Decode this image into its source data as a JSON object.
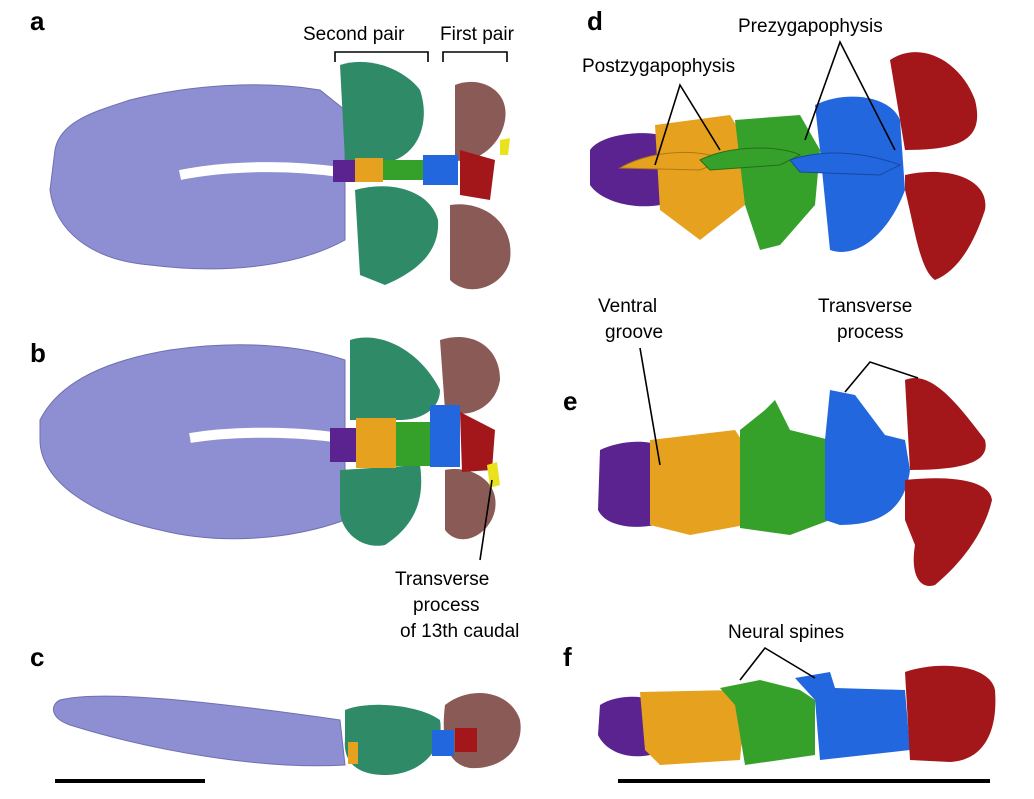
{
  "panels": {
    "a": "a",
    "b": "b",
    "c": "c",
    "d": "d",
    "e": "e",
    "f": "f"
  },
  "labels": {
    "second_pair": "Second pair",
    "first_pair": "First pair",
    "postzygapophysis": "Postzygapophysis",
    "prezygapophysis": "Prezygapophysis",
    "ventral_groove_1": "Ventral",
    "ventral_groove_2": "groove",
    "transverse_process_1": "Transverse",
    "transverse_process_2": "process",
    "tp13_1": "Transverse",
    "tp13_2": "process",
    "tp13_3": "of 13th caudal",
    "neural_spines": "Neural spines"
  },
  "colors": {
    "osteoderms": "#8e8ed2",
    "second_pair": "#2f8a68",
    "first_pair": "#8a5a56",
    "vertebra_1": "#5b238f",
    "vertebra_2": "#e6a21f",
    "vertebra_3": "#35a12a",
    "vertebra_4": "#2367de",
    "vertebra_5": "#a3171a",
    "transverse_process_13": "#e9e21d"
  }
}
